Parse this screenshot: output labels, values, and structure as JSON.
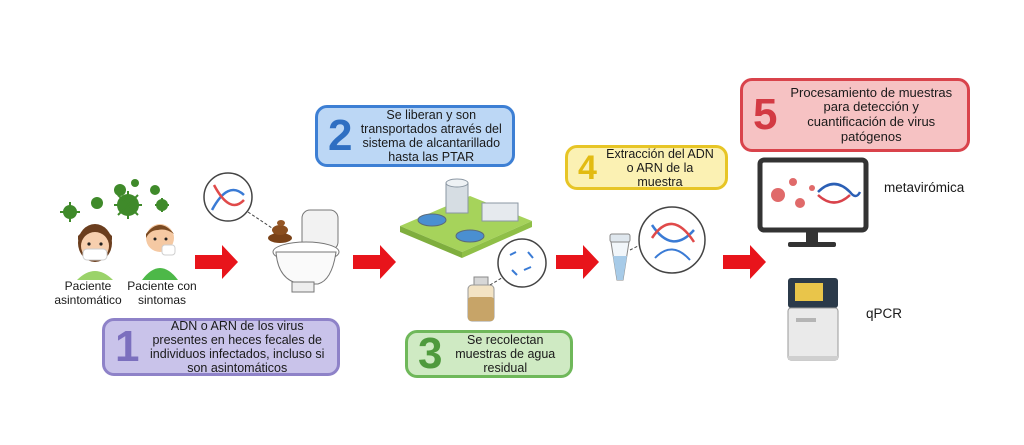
{
  "people": {
    "asymptomatic_label": "Paciente asintomático",
    "symptomatic_label": "Paciente con sintomas"
  },
  "steps": [
    {
      "number": "1",
      "text": "ADN o ARN  de los virus presentes en heces fecales de individuos infectados, incluso si son asintomáticos",
      "color": "#8e82c8",
      "fill": "#c9c3ea"
    },
    {
      "number": "2",
      "text": "Se liberan y son transportados através del sistema de alcantarillado hasta las PTAR",
      "color": "#3d7fd4",
      "fill": "#bcd7f5"
    },
    {
      "number": "3",
      "text": "Se recolectan muestras de agua residual",
      "color": "#6fb85a",
      "fill": "#cfeac3"
    },
    {
      "number": "4",
      "text": "Extracción del ADN o ARN de la muestra",
      "color": "#e7c526",
      "fill": "#fbf1b3"
    },
    {
      "number": "5",
      "text": "Procesamiento de muestras para detección y cuantificación de virus patógenos",
      "color": "#d9434b",
      "fill": "#f6c2c3"
    }
  ],
  "methods": {
    "metaviromics_label": "metavirómica",
    "qpcr_label": "qPCR"
  },
  "colors": {
    "arrow": "#e8141b"
  }
}
